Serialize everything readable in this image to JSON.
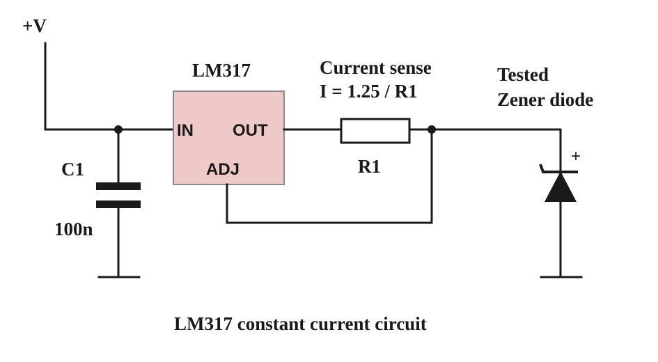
{
  "labels": {
    "supply": "+V",
    "regulator_name": "LM317",
    "pin_in": "IN",
    "pin_out": "OUT",
    "pin_adj": "ADJ",
    "sense_title": "Current sense",
    "sense_formula": "I = 1.25 / R1",
    "resistor": "R1",
    "capacitor": "C1",
    "capacitor_value": "100n",
    "diode_line1": "Tested",
    "diode_line2": "Zener diode",
    "polarity": "+",
    "caption": "LM317 constant current circuit"
  },
  "colors": {
    "ic_fill": "#efc8c8",
    "ic_stroke": "#8a8a8a",
    "wire": "#1a1a1a"
  }
}
